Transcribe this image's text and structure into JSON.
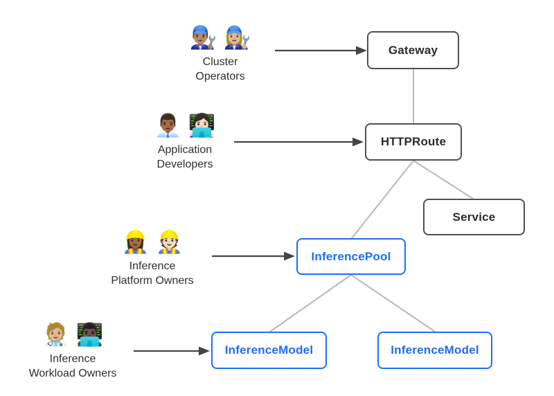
{
  "diagram": {
    "colors": {
      "core_api_border": "#4f4f4f",
      "core_api_text": "#2b2b2b",
      "extension_api": "#1b6ef3",
      "connector_line": "#b8b8b8",
      "arrow": "#454545",
      "background": "#ffffff"
    },
    "personas": [
      {
        "id": "cluster-operators",
        "emojis": "👨🏽‍🔧 👩🏼‍🔧",
        "label_lines": [
          "Cluster",
          "Operators"
        ]
      },
      {
        "id": "application-developers",
        "emojis": "👨🏾‍💼 👩🏻‍💻",
        "label_lines": [
          "Application",
          "Developers"
        ]
      },
      {
        "id": "inference-platform-owners",
        "emojis": "👷🏾‍♀️ 👷🏻",
        "label_lines": [
          "Inference",
          "Platform Owners"
        ]
      },
      {
        "id": "inference-workload-owners",
        "emojis": "🧑🏼‍⚕️ 👨🏿‍💻",
        "label_lines": [
          "Inference",
          "Workload Owners"
        ]
      }
    ],
    "nodes": [
      {
        "id": "gateway",
        "label": "Gateway",
        "style": "core"
      },
      {
        "id": "httproute",
        "label": "HTTPRoute",
        "style": "core"
      },
      {
        "id": "service",
        "label": "Service",
        "style": "core"
      },
      {
        "id": "inferencepool",
        "label": "InferencePool",
        "style": "extension"
      },
      {
        "id": "inferencemodel-1",
        "label": "InferenceModel",
        "style": "extension"
      },
      {
        "id": "inferencemodel-2",
        "label": "InferenceModel",
        "style": "extension"
      }
    ],
    "edges": [
      {
        "from": "gateway",
        "to": "httproute",
        "type": "line"
      },
      {
        "from": "httproute",
        "to": "inferencepool",
        "type": "line"
      },
      {
        "from": "httproute",
        "to": "service",
        "type": "line"
      },
      {
        "from": "inferencepool",
        "to": "inferencemodel-1",
        "type": "line"
      },
      {
        "from": "inferencepool",
        "to": "inferencemodel-2",
        "type": "line"
      },
      {
        "from": "cluster-operators",
        "to": "gateway",
        "type": "arrow"
      },
      {
        "from": "application-developers",
        "to": "httproute",
        "type": "arrow"
      },
      {
        "from": "inference-platform-owners",
        "to": "inferencepool",
        "type": "arrow"
      },
      {
        "from": "inference-workload-owners",
        "to": "inferencemodel-1",
        "type": "arrow"
      }
    ]
  }
}
